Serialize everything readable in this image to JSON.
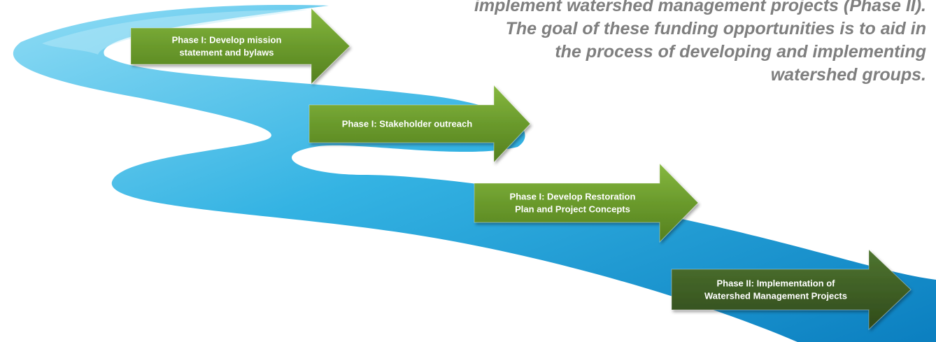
{
  "intro": {
    "lines": [
      "implement watershed management projects (Phase II).",
      "The goal of these funding opportunities is to aid in",
      "the process of developing and implementing",
      "watershed groups."
    ]
  },
  "phases": [
    {
      "line1": "Phase I:  Develop mission",
      "line2": "statement and bylaws",
      "color": "#6a9a2c"
    },
    {
      "line1": "Phase I:  Stakeholder outreach",
      "line2": "",
      "color": "#6a9a2c"
    },
    {
      "line1": "Phase I:  Develop Restoration",
      "line2": "Plan and Project Concepts",
      "color": "#6a9a2c"
    },
    {
      "line1": "Phase II: Implementation of",
      "line2": "Watershed Management Projects",
      "color": "#3f5f25"
    }
  ],
  "colors": {
    "river_light": "#7fd6f3",
    "river_mid": "#2fb0e2",
    "river_dark": "#0c84c4",
    "text_gray": "#7f7f7f"
  }
}
